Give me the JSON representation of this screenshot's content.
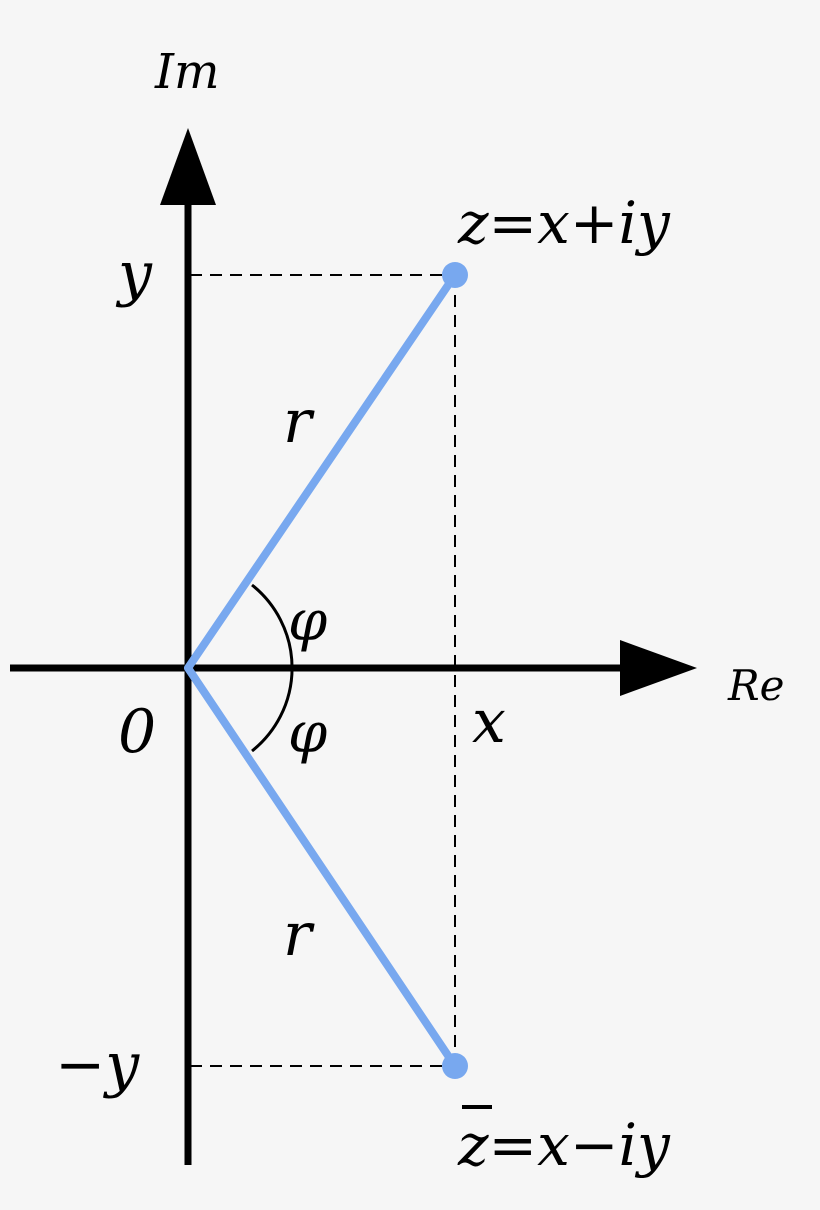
{
  "labels": {
    "im_axis": "Im",
    "re_axis": "Re",
    "origin": "0",
    "y_tick": "y",
    "neg_y_tick": "−y",
    "x_tick": "x",
    "r_upper": "r",
    "r_lower": "r",
    "phi_upper": "φ",
    "phi_lower": "φ",
    "z_label": "z=x+iy",
    "zbar_label": "z=x−iy"
  },
  "colors": {
    "vector": "#78a8ef",
    "axis": "#000000",
    "background": "#f6f6f6"
  }
}
